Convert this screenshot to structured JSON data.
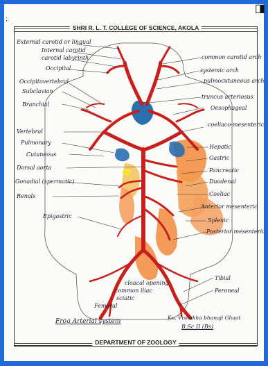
{
  "header": {
    "college": "SHRI R. L. T. COLLEGE OF SCIENCE, AKOLA"
  },
  "footer": {
    "department": "DEPARTMENT OF ZOOLOGY"
  },
  "left_labels": [
    "External carotid or lingual",
    "Internal carotid",
    "carotid labyrinth",
    "Occipital",
    "Occipitovertebral",
    "Subclavian",
    "Branchial",
    "Vertebral",
    "Pulmonary",
    "Cutaneous",
    "Dorsal aorta",
    "Gonadial (spermatic)",
    "Renals",
    "Epigastric"
  ],
  "right_labels": [
    "common carotid arch",
    "systemic arch",
    "pulmocutaneous arch",
    "truncus arteriosus",
    "Oesophageal",
    "coeliaco-mesenteric",
    "Hepatic",
    "Gastric",
    "Pancreatic",
    "Duodenal",
    "Coeliac",
    "Anterior mesenteric",
    "Splenic",
    "Posterior mesenteric"
  ],
  "bottom_labels": {
    "cloacal": "cloacal opening",
    "common_iliac": "common iliac",
    "sciatic": "sciatic",
    "femoral": "Femoral",
    "tibial": "Tibial",
    "peroneal": "Peroneal"
  },
  "title": "Frog Arterial system",
  "author": "Ku. Vishakha bhanaji Ghaat",
  "class": "B.Sc II (Bs)",
  "colors": {
    "artery": "#c8201c",
    "organ": "#f28a3c",
    "heart": "#2a6fb0",
    "ink": "#1a1a2e"
  }
}
